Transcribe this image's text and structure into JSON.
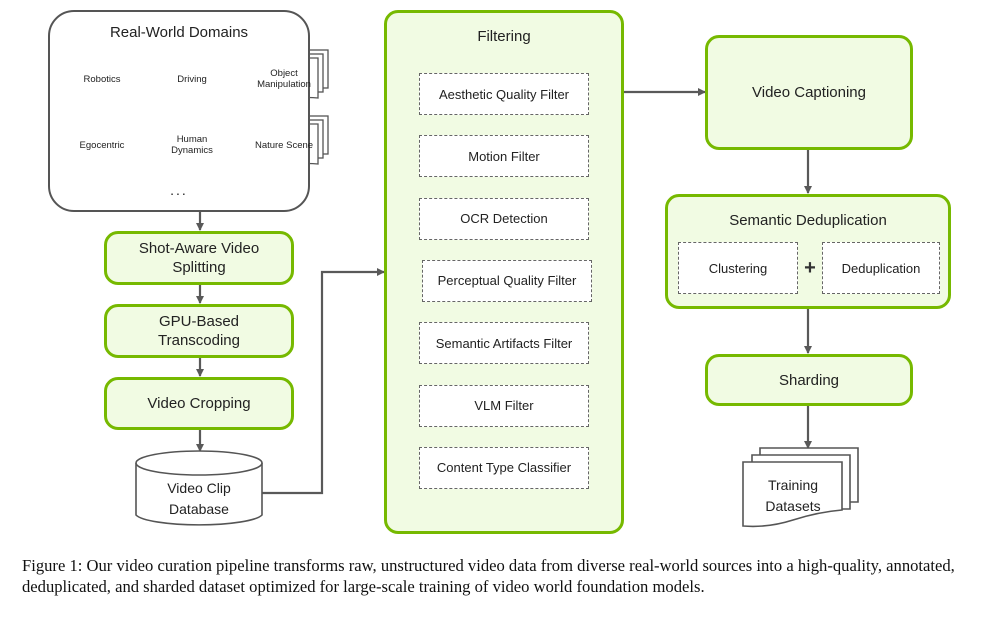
{
  "colors": {
    "accent_green": "#76b900",
    "box_fill": "#f1fbe3",
    "line_gray": "#595959"
  },
  "domains": {
    "title": "Real-World Domains",
    "items": [
      {
        "label": "Robotics"
      },
      {
        "label": "Driving"
      },
      {
        "label": "Object Manipulation"
      },
      {
        "label": "Egocentric"
      },
      {
        "label": "Human Dynamics"
      },
      {
        "label": "Nature Scene"
      }
    ],
    "ellipsis": "..."
  },
  "left_pipeline": {
    "steps": [
      {
        "label": "Shot-Aware Video Splitting"
      },
      {
        "label": "GPU-Based Transcoding"
      },
      {
        "label": "Video Cropping"
      }
    ],
    "database_label": "Video Clip Database"
  },
  "filtering": {
    "title": "Filtering",
    "filters": [
      {
        "label": "Aesthetic Quality Filter"
      },
      {
        "label": "Motion Filter"
      },
      {
        "label": "OCR Detection"
      },
      {
        "label": "Perceptual Quality Filter"
      },
      {
        "label": "Semantic Artifacts Filter"
      },
      {
        "label": "VLM Filter"
      },
      {
        "label": "Content Type Classifier"
      }
    ]
  },
  "right_pipeline": {
    "captioning": "Video Captioning",
    "dedup": {
      "title": "Semantic Deduplication",
      "left": "Clustering",
      "plus": "+",
      "right": "Deduplication"
    },
    "sharding": "Sharding",
    "output_label": "Training Datasets"
  },
  "caption": "Figure 1: Our video curation pipeline transforms raw, unstructured video data from diverse real-world sources into a high-quality, annotated, deduplicated, and sharded dataset optimized for large-scale training of video world foundation models."
}
